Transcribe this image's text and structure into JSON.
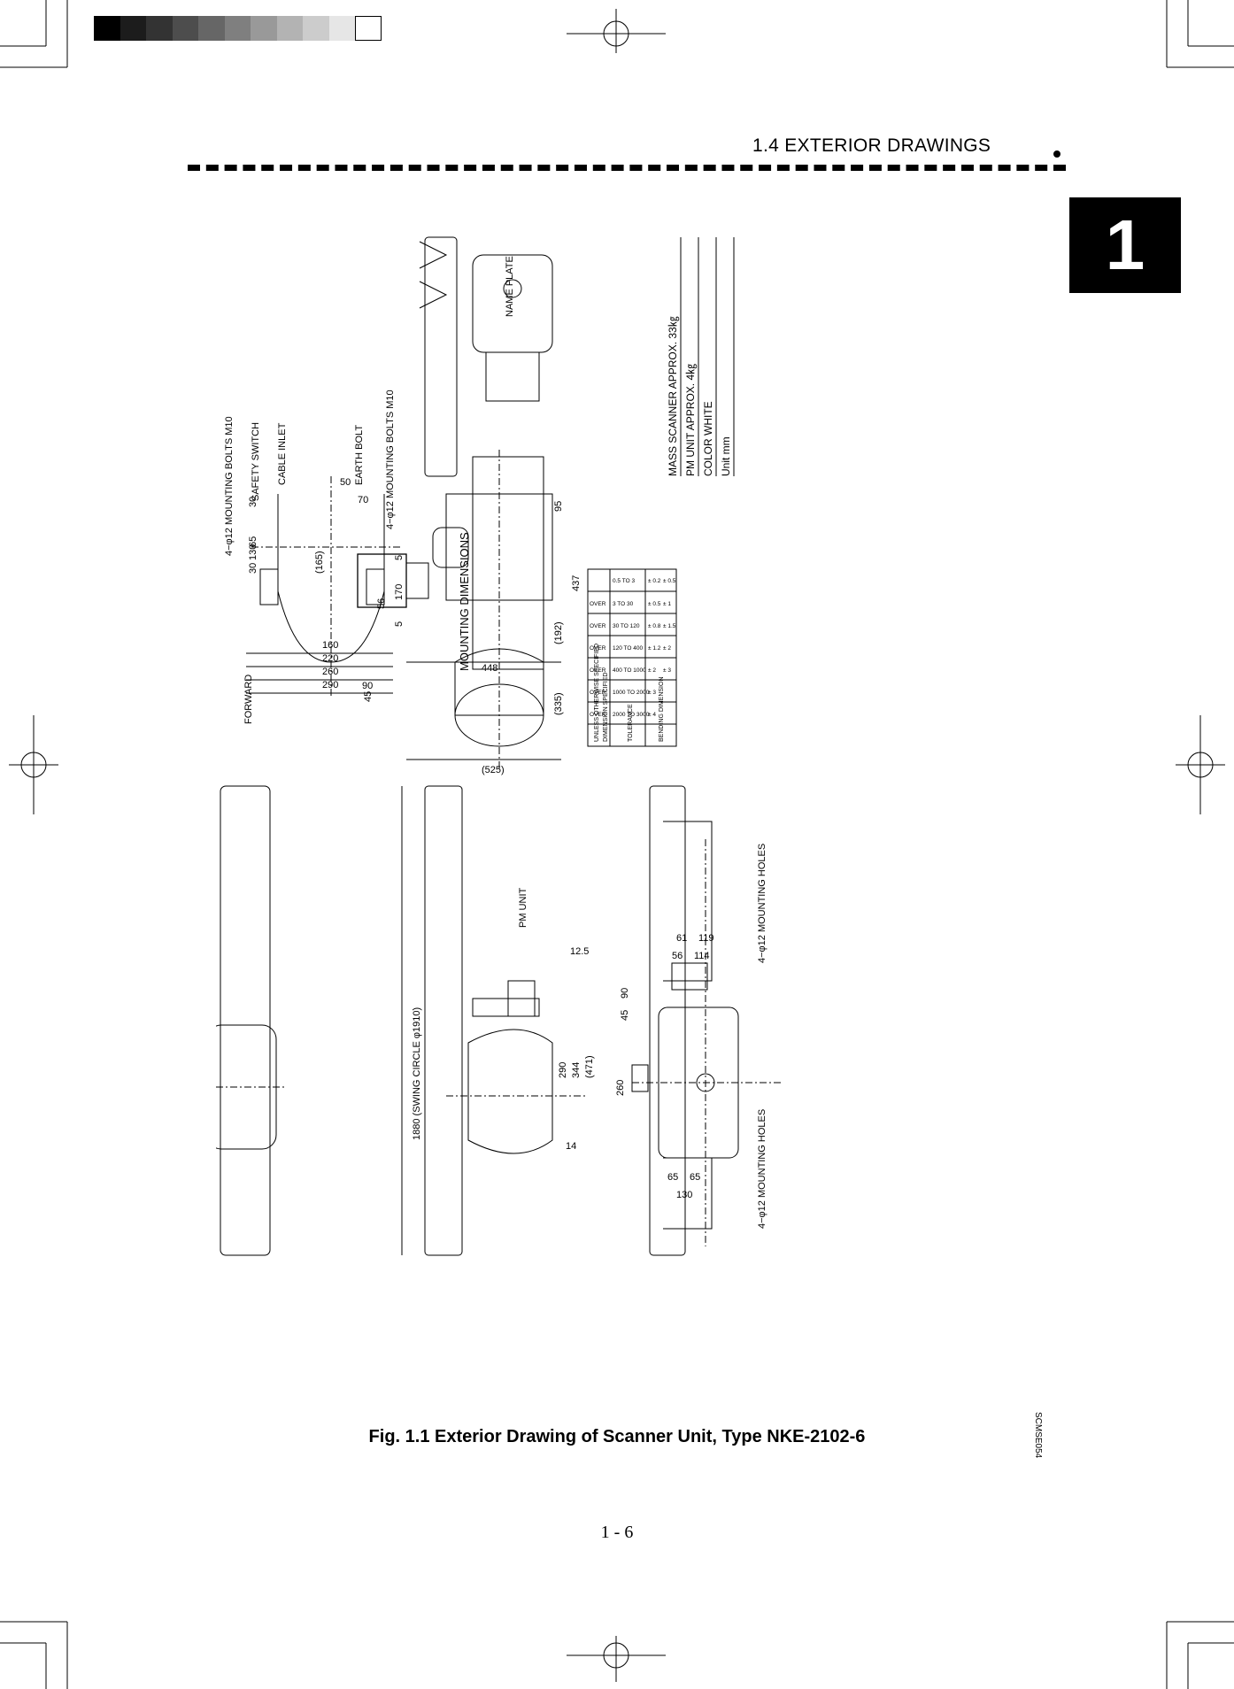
{
  "header": {
    "section": "1.4    EXTERIOR DRAWINGS"
  },
  "chapter_tab": "1",
  "drawing": {
    "labels": {
      "mounting_bolts_top": "4−φ12  MOUNTING BOLTS  M10",
      "safety_switch": "SAFETY SWITCH",
      "cable_inlet": "CABLE  INLET",
      "earth_bolt": "EARTH BOLT",
      "mounting_bolts_side": "4−φ12  MOUNTING BOLTS  M10",
      "mounting_dimensions": "MOUNTING DIMENSIONS",
      "forward": "FORWARD",
      "name_plate": "NAME PLATE",
      "pm_unit": "PM  UNIT",
      "swing_circle": "1880      (SWING      CIRCLE      φ1910)",
      "mounting_holes_top": "4−φ12  MOUNTING HOLES",
      "mounting_holes_bottom": "4−φ12  MOUNTING HOLES"
    },
    "dimensions": {
      "d30a": "30",
      "d130": "130",
      "d65": "65",
      "d30b": "30",
      "d160": "160",
      "d220": "220",
      "d260": "260",
      "d290": "290",
      "d90": "90",
      "d45": "45",
      "d50": "50",
      "d70": "70",
      "d165": "(165)",
      "d5a": "5",
      "d56": "56",
      "d170": "170",
      "d5b": "5",
      "d448": "448",
      "d525": "(525)",
      "d335": "(335)",
      "d192": "(192)",
      "d437": "437",
      "d95": "95",
      "d12_5": "12.5",
      "d14": "14",
      "d290b": "290",
      "d344": "344",
      "d471": "(471)",
      "d61": "61",
      "d119": "119",
      "d56b": "56",
      "d114": "114",
      "d45b": "45",
      "d90b": "90",
      "d260b": "260",
      "d65b": "65",
      "d65c": "65",
      "d130b": "130"
    },
    "specs": [
      "MASS  SCANNER  APPROX.  33㎏",
      "PM UNIT  APPROX.   4㎏",
      "COLOR  WHITE",
      "Unit    mm"
    ],
    "tolerance_table": {
      "title": "UNLESS OTHERWISE SPECIFIED",
      "col_headers": [
        "DIMENSION SPECIFIED",
        "TOLERANCE",
        "BENDING DIMENSION"
      ],
      "rows": [
        [
          "",
          "0.5  TO  3",
          "±  0.2",
          "±  0.5"
        ],
        [
          "OVER",
          "3  TO  30",
          "±  0.5",
          "±  1"
        ],
        [
          "OVER",
          "30  TO  120",
          "±  0.8",
          "±  1.5"
        ],
        [
          "OVER",
          "120  TO  400",
          "±  1.2",
          "±  2"
        ],
        [
          "OVER",
          "400  TO  1000",
          "±  2",
          "±  3"
        ],
        [
          "OVER",
          "1000  TO  2000",
          "±  3",
          ""
        ],
        [
          "OVER",
          "2000  TO  3000",
          "±  4",
          ""
        ]
      ]
    },
    "drawing_id": "SCMSE054"
  },
  "caption": "Fig. 1.1    Exterior Drawing of Scanner Unit, Type NKE-2102-6",
  "page_number": "1 - 6"
}
